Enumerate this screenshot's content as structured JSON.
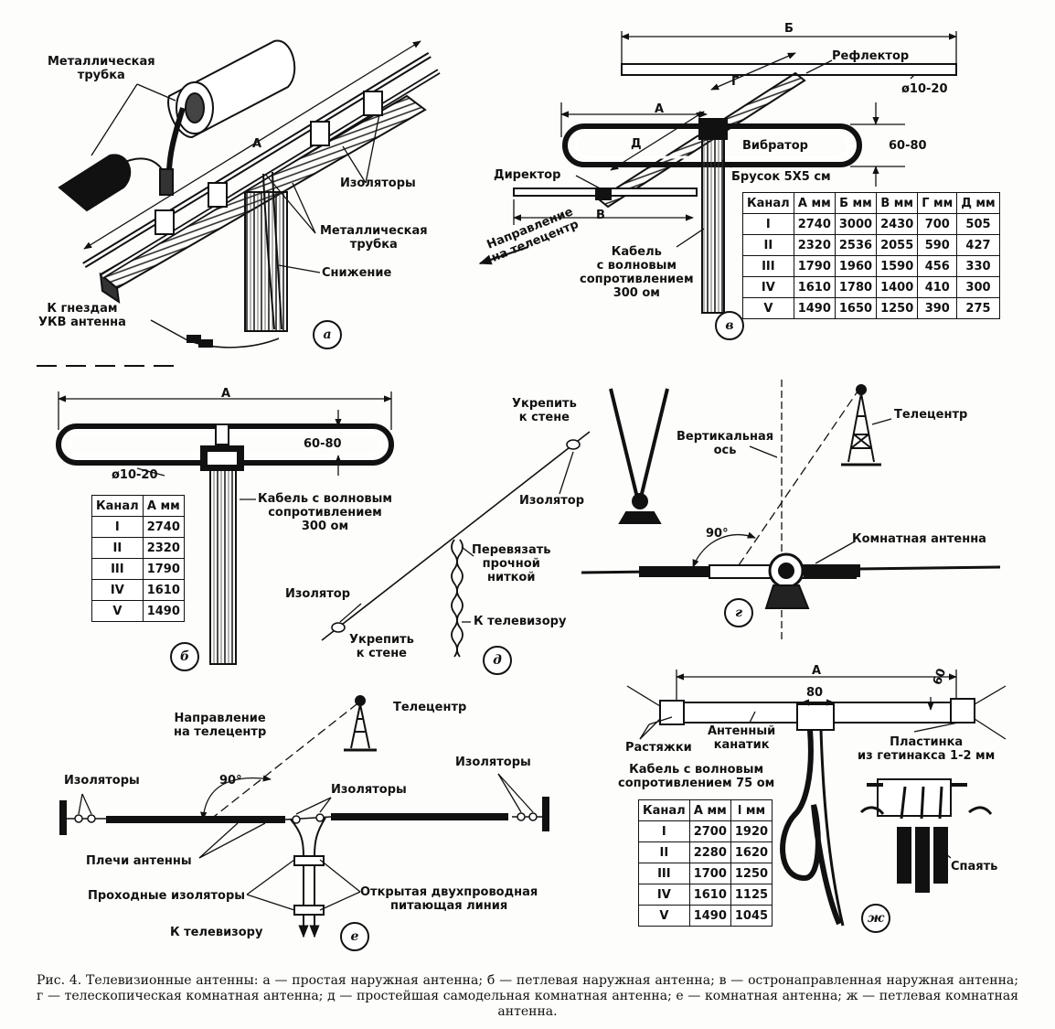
{
  "panel_a": {
    "badge": "а",
    "metal_tube_top": "Металлическая\nтрубка",
    "dim_a": "А",
    "insulators": "Изоляторы",
    "metal_tube_mid": "Металлическая\nтрубка",
    "drop": "Снижение",
    "uhf_sockets": "К гнездам\nУКВ антенна"
  },
  "panel_b": {
    "badge": "б",
    "dim_a": "А",
    "gap": "60-80",
    "diameter": "ø10-20",
    "cable": "Кабель с волновым\nсопротивлением\n300 ом",
    "table": {
      "headers": [
        "Канал",
        "А мм"
      ],
      "rows": [
        [
          "I",
          "2740"
        ],
        [
          "II",
          "2320"
        ],
        [
          "III",
          "1790"
        ],
        [
          "IV",
          "1610"
        ],
        [
          "V",
          "1490"
        ]
      ]
    }
  },
  "panel_v": {
    "badge": "в",
    "dim_b": "Б",
    "reflector": "Рефлектор",
    "diameter": "ø10-20",
    "dim_g": "Г",
    "dim_a": "А",
    "dim_d": "Д",
    "vibrator": "Вибратор",
    "gap": "60-80",
    "bar": "Брусок 5Х5 см",
    "director": "Директор",
    "dim_v": "В",
    "direction": "Направление\nна телецентр",
    "cable": "Кабель\nс волновым\nсопротивлением\n300 ом",
    "table": {
      "headers": [
        "Канал",
        "А мм",
        "Б мм",
        "В мм",
        "Г мм",
        "Д мм"
      ],
      "rows": [
        [
          "I",
          "2740",
          "3000",
          "2430",
          "700",
          "505"
        ],
        [
          "II",
          "2320",
          "2536",
          "2055",
          "590",
          "427"
        ],
        [
          "III",
          "1790",
          "1960",
          "1590",
          "456",
          "330"
        ],
        [
          "IV",
          "1610",
          "1780",
          "1400",
          "410",
          "300"
        ],
        [
          "V",
          "1490",
          "1650",
          "1250",
          "390",
          "275"
        ]
      ]
    }
  },
  "panel_d": {
    "badge": "д",
    "fix_top": "Укрепить\nк стене",
    "insulator_top": "Изолятор",
    "tie": "Перевязать\nпрочной\nниткой",
    "insulator_bottom": "Изолятор",
    "to_tv": "К телевизору",
    "fix_bottom": "Укрепить\nк стене"
  },
  "panel_g": {
    "badge": "г",
    "vertical_axis": "Вертикальная\nось",
    "telecenter": "Телецентр",
    "angle": "90°",
    "indoor_antenna": "Комнатная антенна"
  },
  "panel_e": {
    "badge": "е",
    "direction": "Направление\nна телецентр",
    "telecenter": "Телецентр",
    "insulators_right": "Изоляторы",
    "insulators_left": "Изоляторы",
    "angle": "90°",
    "insulators_mid": "Изоляторы",
    "arms": "Плечи антенны",
    "feedthrough": "Проходные изоляторы",
    "feedline": "Открытая двухпроводная\nпитающая линия",
    "to_tv": "К телевизору"
  },
  "panel_zh": {
    "badge": "ж",
    "dim_a": "А",
    "dim_80": "80",
    "dim_60": "60",
    "guys": "Растяжки",
    "cord": "Антенный\nканатик",
    "plate": "Пластинка\nиз гетинакса 1-2 мм",
    "cable": "Кабель с волновым\nсопротивлением 75 ом",
    "solder": "Спаять",
    "table": {
      "headers": [
        "Канал",
        "А мм",
        "l мм"
      ],
      "rows": [
        [
          "I",
          "2700",
          "1920"
        ],
        [
          "II",
          "2280",
          "1620"
        ],
        [
          "III",
          "1700",
          "1250"
        ],
        [
          "IV",
          "1610",
          "1125"
        ],
        [
          "V",
          "1490",
          "1045"
        ]
      ]
    }
  },
  "caption": "Рис. 4. Телевизионные антенны: а — простая наружная антенна; б — петлевая наружная антенна; в — остронаправленная наружная антенна; г — телескопическая комнатная антенна; д — простейшая самодельная комнатная антенна; е — комнатная антенна; ж — петлевая комнатная антенна."
}
